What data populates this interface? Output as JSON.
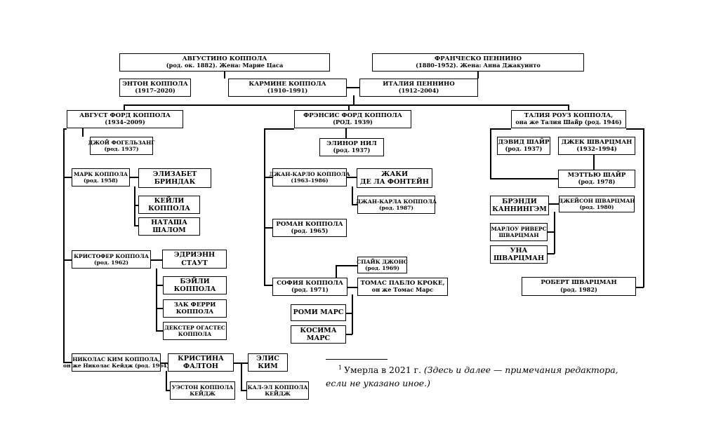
{
  "people": {
    "agostino": {
      "name": "АВГУСТИНО КОППОЛА",
      "sub": "(род. ок. 1882). Жена: Марие Цаса"
    },
    "francesco": {
      "name": "ФРАНЧЕСКО ПЕННИНО",
      "sub": "(1880–1952). Жена: Анна Джакуинто"
    },
    "anton": {
      "name": "ЭНТОН КОППОЛА",
      "sub": "(1917–2020)"
    },
    "carmine": {
      "name": "КАРМИНЕ КОППОЛА",
      "sub": "(1910–1991)"
    },
    "italia": {
      "name": "ИТАЛИЯ ПЕННИНО",
      "sub": "(1912–2004)"
    },
    "august": {
      "name": "АВГУСТ ФОРД КОППОЛА",
      "sub": "(1934–2009)"
    },
    "francis": {
      "name": "ФРЭНСИС ФОРД КОППОЛА",
      "sub": "(РОД. 1939)"
    },
    "talia": {
      "name": "ТАЛИЯ РОУЗ КОППОЛА,",
      "sub": "она же Талия Шайр (род. 1946)"
    },
    "joy": {
      "name": "ДЖОЙ ФОГЕЛЬЗАНГ",
      "sub": "(род. 1937)"
    },
    "marc": {
      "name": "МАРК КОППОЛА",
      "sub": "(род. 1958)"
    },
    "elizabeth": {
      "name": "ЭЛИЗАБЕТ",
      "sub": "БРИНДАК"
    },
    "kaylee": {
      "name": "КЕЙЛИ",
      "sub": "КОППОЛА"
    },
    "natasha": {
      "name": "НАТАША",
      "sub": "ШАЛОМ"
    },
    "christopher": {
      "name": "КРИСТОФЕР КОППОЛА",
      "sub": "(род. 1962)"
    },
    "adrienne": {
      "name": "ЭДРИЭНН",
      "sub": "СТАУТ"
    },
    "bailey": {
      "name": "БЭЙЛИ",
      "sub": "КОППОЛА"
    },
    "zak": {
      "name": "ЗАК ФЕРРИ",
      "sub": "КОППОЛА"
    },
    "dexter": {
      "name": "ДЕКСТЕР ОГАСТЕС",
      "sub": "КОППОЛА"
    },
    "nicolas": {
      "name": "НИКОЛАС КИМ КОППОЛА,",
      "sub": "он же Николас Кейдж (род. 1964)"
    },
    "kristina": {
      "name": "КРИСТИНА",
      "sub": "ФАЛТОН"
    },
    "alice": {
      "name": "ЭЛИС",
      "sub": "КИМ"
    },
    "weston": {
      "name": "УЭСТОН КОППОЛА",
      "sub": "КЕЙДЖ"
    },
    "kalel": {
      "name": "КАЛ-ЭЛ КОППОЛА",
      "sub": "КЕЙДЖ"
    },
    "eleanor": {
      "name": "ЭЛИНОР НИЛ",
      "sub": "(род. 1937)"
    },
    "giancarlo": {
      "name": "ДЖАН-КАРЛО КОППОЛА",
      "sub": "(1963–1986)"
    },
    "jacqui": {
      "name": "ЖАКИ",
      "sub": "ДЕ ЛА ФОНТЕЙН"
    },
    "giancarla": {
      "name": "ДЖАН-КАРЛА КОППОЛА",
      "sub": "(род. 1987)"
    },
    "roman": {
      "name": "РОМАН КОППОЛА",
      "sub": "(род. 1965)"
    },
    "spike": {
      "name": "СПАЙК ДЖОНС",
      "sub": "(род. 1969)"
    },
    "sofia": {
      "name": "СОФИЯ КОППОЛА",
      "sub": "(род. 1971)"
    },
    "thomas": {
      "name": "ТОМАС ПАБЛО КРОКЕ,",
      "sub": "он же Томас Марс"
    },
    "romy": {
      "name": "РОМИ МАРС",
      "sub": ""
    },
    "cosima": {
      "name": "КОСИМА",
      "sub": "МАРС"
    },
    "david": {
      "name": "ДЭВИД ШАЙР",
      "sub": "(род. 1937)"
    },
    "jack": {
      "name": "ДЖЕК ШВАРЦМАН",
      "sub": "(1932–1994)"
    },
    "matthew": {
      "name": "МЭТТЬЮ ШАЙР",
      "sub": "(род. 1978)"
    },
    "brandy": {
      "name": "БРЭНДИ",
      "sub": "КАННИНГЭМ"
    },
    "jason": {
      "name": "ДЖЕЙСОН ШВАРЦМАН",
      "sub": "(род. 1980)"
    },
    "marlowe": {
      "name": "МАРЛОУ РИВЕРС",
      "sub": "ШВАРЦМАН"
    },
    "una": {
      "name": "УНА",
      "sub": "ШВАРЦМАН"
    },
    "robert": {
      "name": "РОБЕРТ ШВАРЦМАН",
      "sub": "(род. 1982)"
    }
  },
  "footnote": {
    "marker": "1",
    "plain": "Умерла в 2021 г.",
    "italic": "(Здесь и далее — примечания редактора, если не указано иное.)"
  }
}
